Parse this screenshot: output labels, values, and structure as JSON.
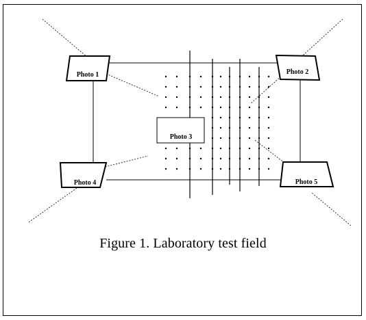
{
  "photos": [
    {
      "label": "Photo 1"
    },
    {
      "label": "Photo 2"
    },
    {
      "label": "Photo 3"
    },
    {
      "label": "Photo 4"
    },
    {
      "label": "Photo 5"
    }
  ],
  "caption": "Figure 1.   Laboratory test field"
}
